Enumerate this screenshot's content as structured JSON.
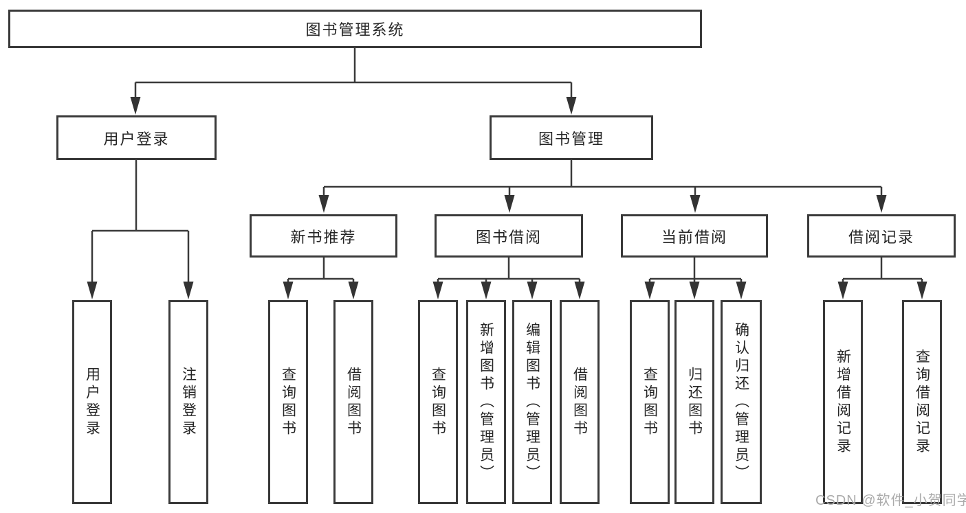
{
  "colors": {
    "line": "#3a3a3a",
    "box_border": "#3a3a3a",
    "text": "#262626",
    "watermark": "#ababab",
    "background": "#ffffff"
  },
  "watermark": "CSDN @软件_小贺同学",
  "tree": {
    "root": {
      "label": "图书管理系统",
      "children": [
        {
          "label": "用户登录",
          "children": [
            {
              "label": "用户登录"
            },
            {
              "label": "注销登录"
            }
          ]
        },
        {
          "label": "图书管理",
          "children": [
            {
              "label": "新书推荐",
              "children": [
                {
                  "label": "查询图书"
                },
                {
                  "label": "借阅图书"
                }
              ]
            },
            {
              "label": "图书借阅",
              "children": [
                {
                  "label": "查询图书"
                },
                {
                  "label": "新增图书（管理员）"
                },
                {
                  "label": "编辑图书（管理员）"
                },
                {
                  "label": "借阅图书"
                }
              ]
            },
            {
              "label": "当前借阅",
              "children": [
                {
                  "label": "查询图书"
                },
                {
                  "label": "归还图书"
                },
                {
                  "label": "确认归还（管理员）"
                }
              ]
            },
            {
              "label": "借阅记录",
              "children": [
                {
                  "label": "新增借阅记录"
                },
                {
                  "label": "查询借阅记录"
                }
              ]
            }
          ]
        }
      ]
    }
  }
}
